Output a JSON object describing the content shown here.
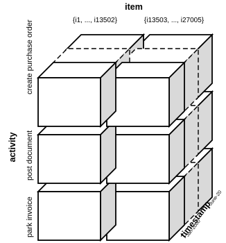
{
  "axes": {
    "item": "item",
    "activity": "activity",
    "timestamp": "timestamp"
  },
  "item_columns": [
    {
      "label": "{i1, ..., i13502}"
    },
    {
      "label": "{i13503, ..., i27005}"
    }
  ],
  "activity_rows": [
    {
      "label": "create purchase order"
    },
    {
      "label": "post document"
    },
    {
      "label": "park invoice"
    }
  ],
  "timestamp_slices": {
    "first": {
      "symbol": "T",
      "subscript": "Jan-2000"
    },
    "ellipsis": "...",
    "last": {
      "symbol": "T",
      "subscript": "June-20"
    }
  }
}
